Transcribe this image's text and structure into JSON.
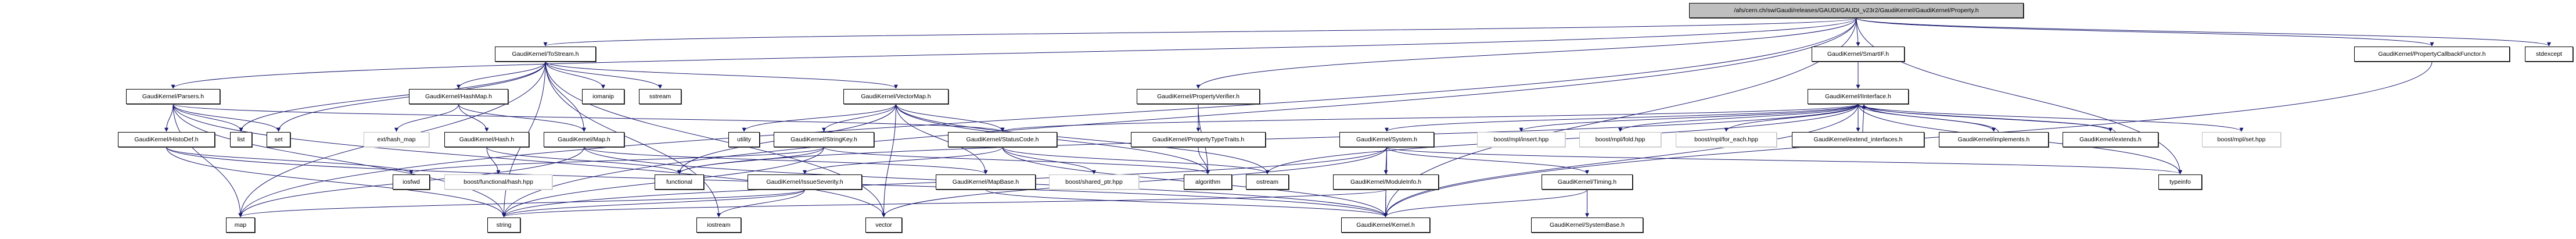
{
  "graph": {
    "edge_color": "#191970",
    "nodes": [
      {
        "id": "root",
        "label": "/afs/cern.ch/sw/Gaudi/releases/GAUDI/GAUDI_v23r2/GaudiKernel/GaudiKernel/Property.h",
        "kind": "root"
      },
      {
        "id": "tostream",
        "label": "GaudiKernel/ToStream.h",
        "kind": "normal"
      },
      {
        "id": "smartif",
        "label": "GaudiKernel/SmartIF.h",
        "kind": "normal"
      },
      {
        "id": "pcbf",
        "label": "GaudiKernel/PropertyCallbackFunctor.h",
        "kind": "normal"
      },
      {
        "id": "stdexcept",
        "label": "stdexcept",
        "kind": "normal"
      },
      {
        "id": "parsers",
        "label": "GaudiKernel/Parsers.h",
        "kind": "normal"
      },
      {
        "id": "hashmap",
        "label": "GaudiKernel/HashMap.h",
        "kind": "normal"
      },
      {
        "id": "iomanip",
        "label": "iomanip",
        "kind": "normal"
      },
      {
        "id": "sstream",
        "label": "sstream",
        "kind": "normal"
      },
      {
        "id": "vectormap",
        "label": "GaudiKernel/VectorMap.h",
        "kind": "normal"
      },
      {
        "id": "propverifier",
        "label": "GaudiKernel/PropertyVerifier.h",
        "kind": "normal"
      },
      {
        "id": "iinterface",
        "label": "GaudiKernel/IInterface.h",
        "kind": "normal"
      },
      {
        "id": "histodef",
        "label": "GaudiKernel/HistoDef.h",
        "kind": "normal"
      },
      {
        "id": "list",
        "label": "list",
        "kind": "normal"
      },
      {
        "id": "set",
        "label": "set",
        "kind": "normal"
      },
      {
        "id": "exthashmap",
        "label": "ext/hash_map",
        "kind": "external"
      },
      {
        "id": "hash",
        "label": "GaudiKernel/Hash.h",
        "kind": "normal"
      },
      {
        "id": "map_h",
        "label": "GaudiKernel/Map.h",
        "kind": "normal"
      },
      {
        "id": "utility",
        "label": "utility",
        "kind": "normal"
      },
      {
        "id": "stringkey",
        "label": "GaudiKernel/StringKey.h",
        "kind": "normal"
      },
      {
        "id": "statuscode",
        "label": "GaudiKernel/StatusCode.h",
        "kind": "normal"
      },
      {
        "id": "proptypetraits",
        "label": "GaudiKernel/PropertyTypeTraits.h",
        "kind": "normal"
      },
      {
        "id": "system",
        "label": "GaudiKernel/System.h",
        "kind": "normal"
      },
      {
        "id": "mplinsert",
        "label": "boost/mpl/insert.hpp",
        "kind": "external"
      },
      {
        "id": "mplfold",
        "label": "boost/mpl/fold.hpp",
        "kind": "external"
      },
      {
        "id": "mplforeach",
        "label": "boost/mpl/for_each.hpp",
        "kind": "external"
      },
      {
        "id": "extendif",
        "label": "GaudiKernel/extend_interfaces.h",
        "kind": "normal"
      },
      {
        "id": "implements",
        "label": "GaudiKernel/implements.h",
        "kind": "normal"
      },
      {
        "id": "extends",
        "label": "GaudiKernel/extends.h",
        "kind": "normal"
      },
      {
        "id": "mplset",
        "label": "boost/mpl/set.hpp",
        "kind": "external"
      },
      {
        "id": "iosfwd",
        "label": "iosfwd",
        "kind": "normal"
      },
      {
        "id": "boosthash",
        "label": "boost/functional/hash.hpp",
        "kind": "external"
      },
      {
        "id": "functional",
        "label": "functional",
        "kind": "normal"
      },
      {
        "id": "issueseverity",
        "label": "GaudiKernel/IssueSeverity.h",
        "kind": "normal"
      },
      {
        "id": "mapbase",
        "label": "GaudiKernel/MapBase.h",
        "kind": "normal"
      },
      {
        "id": "sharedptr",
        "label": "boost/shared_ptr.hpp",
        "kind": "external"
      },
      {
        "id": "algorithm",
        "label": "algorithm",
        "kind": "normal"
      },
      {
        "id": "ostream",
        "label": "ostream",
        "kind": "normal"
      },
      {
        "id": "moduleinfo",
        "label": "GaudiKernel/ModuleInfo.h",
        "kind": "normal"
      },
      {
        "id": "timing",
        "label": "GaudiKernel/Timing.h",
        "kind": "normal"
      },
      {
        "id": "typeinfo",
        "label": "typeinfo",
        "kind": "normal"
      },
      {
        "id": "map",
        "label": "map",
        "kind": "normal"
      },
      {
        "id": "string",
        "label": "string",
        "kind": "normal"
      },
      {
        "id": "iostream",
        "label": "iostream",
        "kind": "normal"
      },
      {
        "id": "vector",
        "label": "vector",
        "kind": "normal"
      },
      {
        "id": "kernel",
        "label": "GaudiKernel/Kernel.h",
        "kind": "normal"
      },
      {
        "id": "systembase",
        "label": "GaudiKernel/SystemBase.h",
        "kind": "normal"
      }
    ],
    "edges": [
      [
        "root",
        "tostream"
      ],
      [
        "root",
        "parsers"
      ],
      [
        "root",
        "map"
      ],
      [
        "root",
        "string"
      ],
      [
        "root",
        "propverifier"
      ],
      [
        "root",
        "smartif"
      ],
      [
        "root",
        "pcbf"
      ],
      [
        "root",
        "stdexcept"
      ],
      [
        "root",
        "typeinfo"
      ],
      [
        "root",
        "kernel"
      ],
      [
        "tostream",
        "hashmap"
      ],
      [
        "tostream",
        "iomanip"
      ],
      [
        "tostream",
        "sstream"
      ],
      [
        "tostream",
        "vectormap"
      ],
      [
        "tostream",
        "map_h"
      ],
      [
        "tostream",
        "list"
      ],
      [
        "tostream",
        "set"
      ],
      [
        "tostream",
        "map"
      ],
      [
        "tostream",
        "string"
      ],
      [
        "tostream",
        "vector"
      ],
      [
        "tostream",
        "iostream"
      ],
      [
        "parsers",
        "histodef"
      ],
      [
        "parsers",
        "list"
      ],
      [
        "parsers",
        "set"
      ],
      [
        "parsers",
        "map"
      ],
      [
        "parsers",
        "string"
      ],
      [
        "parsers",
        "vector"
      ],
      [
        "parsers",
        "statuscode"
      ],
      [
        "histodef",
        "iosfwd"
      ],
      [
        "histodef",
        "string"
      ],
      [
        "histodef",
        "kernel"
      ],
      [
        "hashmap",
        "exthashmap"
      ],
      [
        "hashmap",
        "hash"
      ],
      [
        "hashmap",
        "map_h"
      ],
      [
        "hash",
        "boosthash"
      ],
      [
        "hash",
        "functional"
      ],
      [
        "map_h",
        "map"
      ],
      [
        "map_h",
        "mapbase"
      ],
      [
        "map_h",
        "kernel"
      ],
      [
        "vectormap",
        "utility"
      ],
      [
        "vectormap",
        "stringkey"
      ],
      [
        "vectormap",
        "statuscode"
      ],
      [
        "vectormap",
        "mapbase"
      ],
      [
        "vectormap",
        "vector"
      ],
      [
        "vectormap",
        "functional"
      ],
      [
        "vectormap",
        "algorithm"
      ],
      [
        "vectormap",
        "ostream"
      ],
      [
        "stringkey",
        "functional"
      ],
      [
        "stringkey",
        "string"
      ],
      [
        "stringkey",
        "algorithm"
      ],
      [
        "stringkey",
        "iosfwd"
      ],
      [
        "statuscode",
        "issueseverity"
      ],
      [
        "statuscode",
        "sharedptr"
      ],
      [
        "statuscode",
        "ostream"
      ],
      [
        "statuscode",
        "kernel"
      ],
      [
        "issueseverity",
        "map"
      ],
      [
        "issueseverity",
        "iostream"
      ],
      [
        "issueseverity",
        "string"
      ],
      [
        "mapbase",
        "kernel"
      ],
      [
        "propverifier",
        "proptypetraits"
      ],
      [
        "propverifier",
        "algorithm"
      ],
      [
        "proptypetraits",
        "algorithm"
      ],
      [
        "smartif",
        "iinterface"
      ],
      [
        "iinterface",
        "system"
      ],
      [
        "iinterface",
        "mplinsert"
      ],
      [
        "iinterface",
        "mplfold"
      ],
      [
        "iinterface",
        "mplforeach"
      ],
      [
        "iinterface",
        "extendif"
      ],
      [
        "iinterface",
        "implements"
      ],
      [
        "iinterface",
        "extends"
      ],
      [
        "iinterface",
        "mplset"
      ],
      [
        "iinterface",
        "typeinfo"
      ],
      [
        "iinterface",
        "ostream"
      ],
      [
        "iinterface",
        "functional"
      ],
      [
        "iinterface",
        "statuscode"
      ],
      [
        "iinterface",
        "kernel"
      ],
      [
        "extendif",
        "iinterface"
      ],
      [
        "implements",
        "iinterface"
      ],
      [
        "extends",
        "iinterface"
      ],
      [
        "system",
        "moduleinfo"
      ],
      [
        "system",
        "timing"
      ],
      [
        "system",
        "kernel"
      ],
      [
        "system",
        "string"
      ],
      [
        "system",
        "vector"
      ],
      [
        "system",
        "typeinfo"
      ],
      [
        "moduleinfo",
        "kernel"
      ],
      [
        "moduleinfo",
        "string"
      ],
      [
        "timing",
        "systembase"
      ],
      [
        "timing",
        "kernel"
      ],
      [
        "pcbf",
        "kernel"
      ]
    ]
  }
}
